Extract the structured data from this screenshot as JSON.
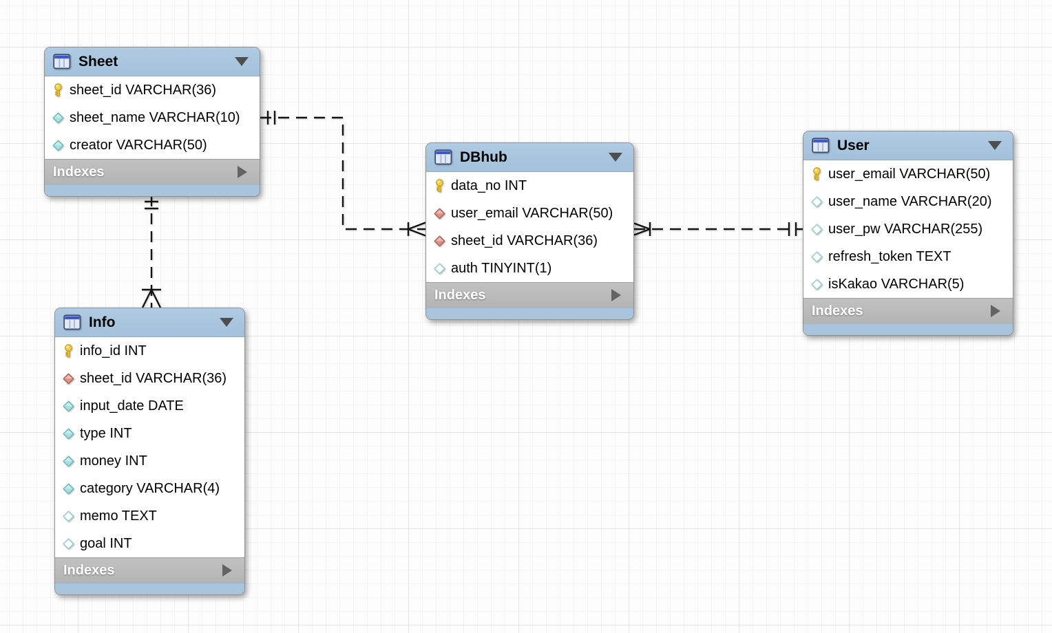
{
  "diagram": {
    "tables": [
      {
        "name": "Sheet",
        "indexes_label": "Indexes",
        "columns": [
          {
            "icon": "primary-key",
            "label": "sheet_id VARCHAR(36)"
          },
          {
            "icon": "attribute-filled",
            "label": "sheet_name VARCHAR(10)"
          },
          {
            "icon": "attribute-filled",
            "label": "creator VARCHAR(50)"
          }
        ]
      },
      {
        "name": "DBhub",
        "indexes_label": "Indexes",
        "columns": [
          {
            "icon": "primary-key",
            "label": "data_no INT"
          },
          {
            "icon": "foreign-key",
            "label": "user_email VARCHAR(50)"
          },
          {
            "icon": "foreign-key",
            "label": "sheet_id VARCHAR(36)"
          },
          {
            "icon": "attribute-hollow",
            "label": "auth TINYINT(1)"
          }
        ]
      },
      {
        "name": "User",
        "indexes_label": "Indexes",
        "columns": [
          {
            "icon": "primary-key",
            "label": "user_email VARCHAR(50)"
          },
          {
            "icon": "attribute-hollow",
            "label": "user_name VARCHAR(20)"
          },
          {
            "icon": "attribute-hollow",
            "label": "user_pw VARCHAR(255)"
          },
          {
            "icon": "attribute-hollow",
            "label": "refresh_token TEXT"
          },
          {
            "icon": "attribute-hollow",
            "label": "isKakao VARCHAR(5)"
          }
        ]
      },
      {
        "name": "Info",
        "indexes_label": "Indexes",
        "columns": [
          {
            "icon": "primary-key",
            "label": "info_id INT"
          },
          {
            "icon": "foreign-key",
            "label": "sheet_id VARCHAR(36)"
          },
          {
            "icon": "attribute-filled",
            "label": "input_date DATE"
          },
          {
            "icon": "attribute-filled",
            "label": "type INT"
          },
          {
            "icon": "attribute-filled",
            "label": "money INT"
          },
          {
            "icon": "attribute-filled",
            "label": "category VARCHAR(4)"
          },
          {
            "icon": "attribute-hollow",
            "label": "memo TEXT"
          },
          {
            "icon": "attribute-hollow",
            "label": "goal INT"
          }
        ]
      }
    ],
    "relationships": [
      {
        "from": "Sheet",
        "to": "DBhub",
        "cardinality": "one-to-many",
        "one_end": "Sheet",
        "many_end": "DBhub",
        "line_style": "dashed"
      },
      {
        "from": "User",
        "to": "DBhub",
        "cardinality": "one-to-many",
        "one_end": "User",
        "many_end": "DBhub",
        "line_style": "dashed"
      },
      {
        "from": "Sheet",
        "to": "Info",
        "cardinality": "one-to-many",
        "one_end": "Sheet",
        "many_end": "Info",
        "line_style": "dashed"
      }
    ],
    "colors": {
      "table_header": "#a9c5de",
      "table_body": "#ffffff",
      "indexes_bar": "#bababa",
      "table_border": "#8f8f8f",
      "primary_key_icon": "#f0cf4a",
      "foreign_key_icon": "#dd9488",
      "attribute_filled_icon": "#a5e0e2",
      "attribute_hollow_icon": "#ffffff",
      "relationship_line": "#141414"
    }
  }
}
